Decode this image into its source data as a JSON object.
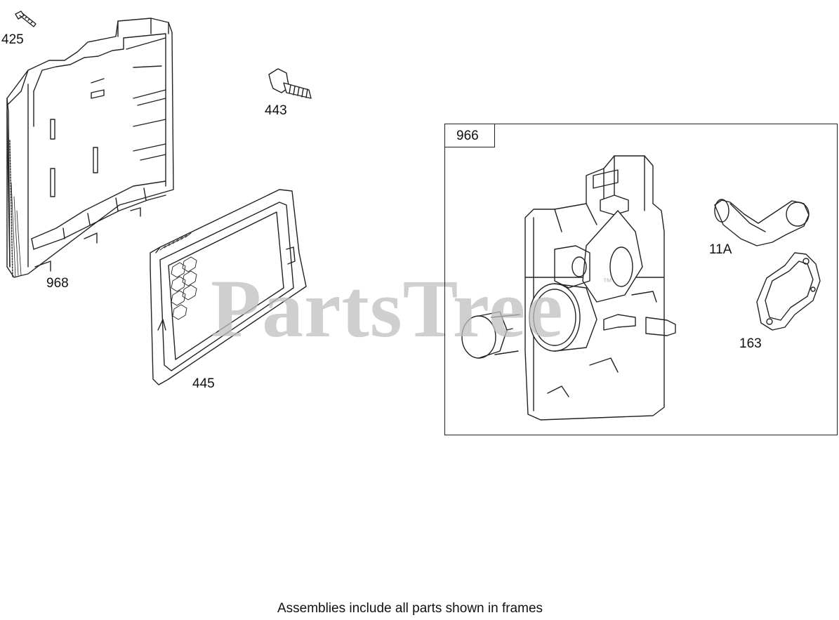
{
  "watermark": {
    "text": "PartsTree",
    "tm": "™"
  },
  "parts": {
    "p425": "425",
    "p443": "443",
    "p968": "968",
    "p445": "445",
    "p966": "966",
    "p11a": "11A",
    "p163": "163"
  },
  "footer": {
    "note": "Assemblies include all parts shown in frames"
  },
  "colors": {
    "line": "#222222",
    "shade": "#d9d9d9",
    "watermark": "#bfbfbf"
  }
}
